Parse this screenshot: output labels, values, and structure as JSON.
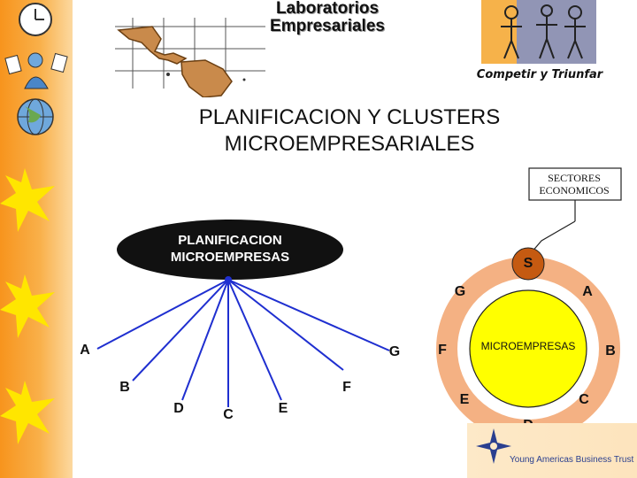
{
  "brand": {
    "line1": "Laboratorios",
    "line2": "Empresariales"
  },
  "slogan": "Competir y Triunfar",
  "title": {
    "line1": "PLANIFICACION Y CLUSTERS",
    "line2": "MICROEMPRESARIALES"
  },
  "sector_label": {
    "line1": "SECTORES",
    "line2": "ECONOMICOS"
  },
  "hub": {
    "line1": "PLANIFICACION",
    "line2": "MICROEMPRESAS"
  },
  "spokes": [
    "A",
    "B",
    "D",
    "C",
    "E",
    "F",
    "G"
  ],
  "ring": {
    "center_label": "MICROEMPRESAS",
    "nodes": [
      "S",
      "A",
      "B",
      "C",
      "D",
      "E",
      "F",
      "G"
    ]
  },
  "footer": {
    "text": "Young Americas Business Trust"
  },
  "icons": [
    "clock-icon",
    "map-icon",
    "family-icon",
    "reading-figure-icon",
    "globe-icon",
    "sun-icon",
    "logo-icon"
  ],
  "colors": {
    "sidebar": "#f7941d",
    "hub": "#111111",
    "spoke": "#1f2fd0",
    "ring": "#f4b183",
    "center": "#ffff00",
    "node_s": "#c55a11"
  }
}
